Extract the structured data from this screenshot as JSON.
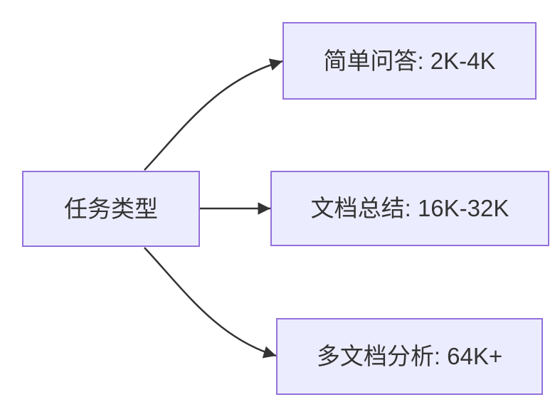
{
  "diagram": {
    "type": "flowchart",
    "direction": "left-to-right",
    "root": {
      "id": "task-type",
      "label": "任务类型"
    },
    "children": [
      {
        "id": "simple-qa",
        "label": "简单问答: 2K-4K"
      },
      {
        "id": "doc-summary",
        "label": "文档总结: 16K-32K"
      },
      {
        "id": "multi-doc-analysis",
        "label": "多文档分析: 64K+"
      }
    ],
    "edges": [
      {
        "from": "task-type",
        "to": "simple-qa"
      },
      {
        "from": "task-type",
        "to": "doc-summary"
      },
      {
        "from": "task-type",
        "to": "multi-doc-analysis"
      }
    ],
    "colors": {
      "background": "#FFFFFF",
      "node_fill": "#ECECFF",
      "node_border": "#9370DB",
      "edge": "#333333",
      "text": "#333333"
    }
  }
}
